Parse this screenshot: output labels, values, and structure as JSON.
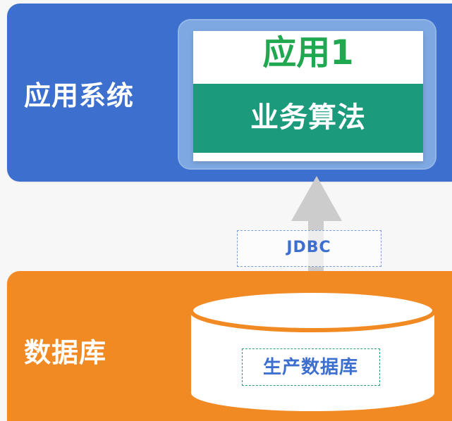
{
  "diagram": {
    "application_system": {
      "label": "应用系统",
      "application": {
        "name": "应用1",
        "module": "业务算法"
      }
    },
    "connection": {
      "label": "JDBC"
    },
    "database_system": {
      "label": "数据库",
      "database": {
        "name": "生产数据库"
      }
    }
  },
  "colors": {
    "app_panel": "#3d6fcf",
    "app_outer": "#7ea8e1",
    "app_title": "#1fa84f",
    "algo_bar": "#1b9b7c",
    "database_panel": "#f28a24",
    "connection_text": "#3d6fcf",
    "arrow": "#cccccc"
  },
  "icons": {
    "connection_arrow": "up-arrow-icon",
    "database_shape": "database-cylinder-icon"
  }
}
